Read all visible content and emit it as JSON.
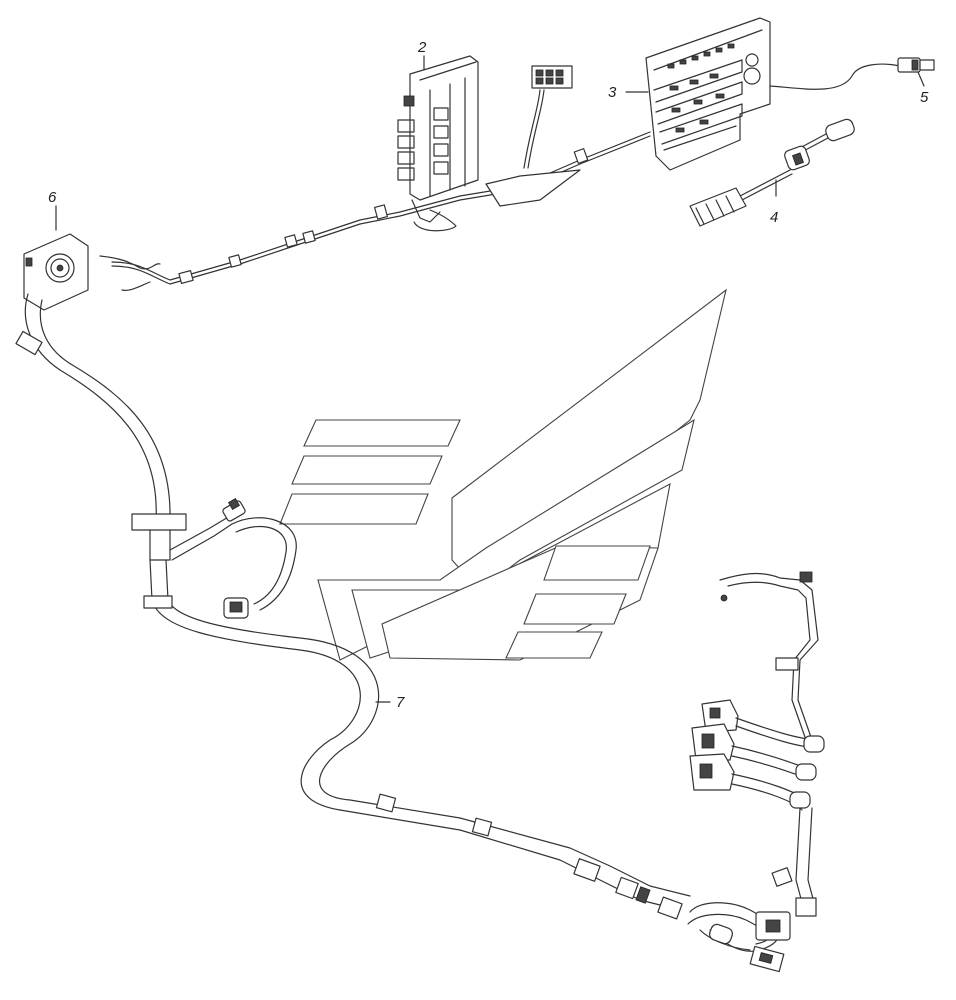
{
  "callouts": {
    "n2": "2",
    "n3": "3",
    "n4": "4",
    "n5": "5",
    "n6": "6",
    "n7": "7"
  }
}
